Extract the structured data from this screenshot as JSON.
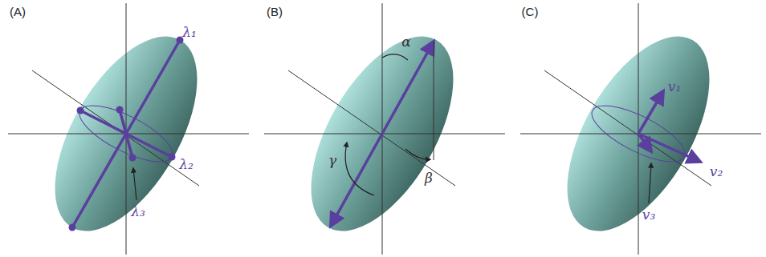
{
  "diagram": {
    "labels": [
      "(A)",
      "λ₁",
      "λ₂",
      "λ₃",
      "(B)",
      "α",
      "β",
      "γ",
      "(C)",
      "v₁",
      "v₂",
      "v₃"
    ]
  }
}
